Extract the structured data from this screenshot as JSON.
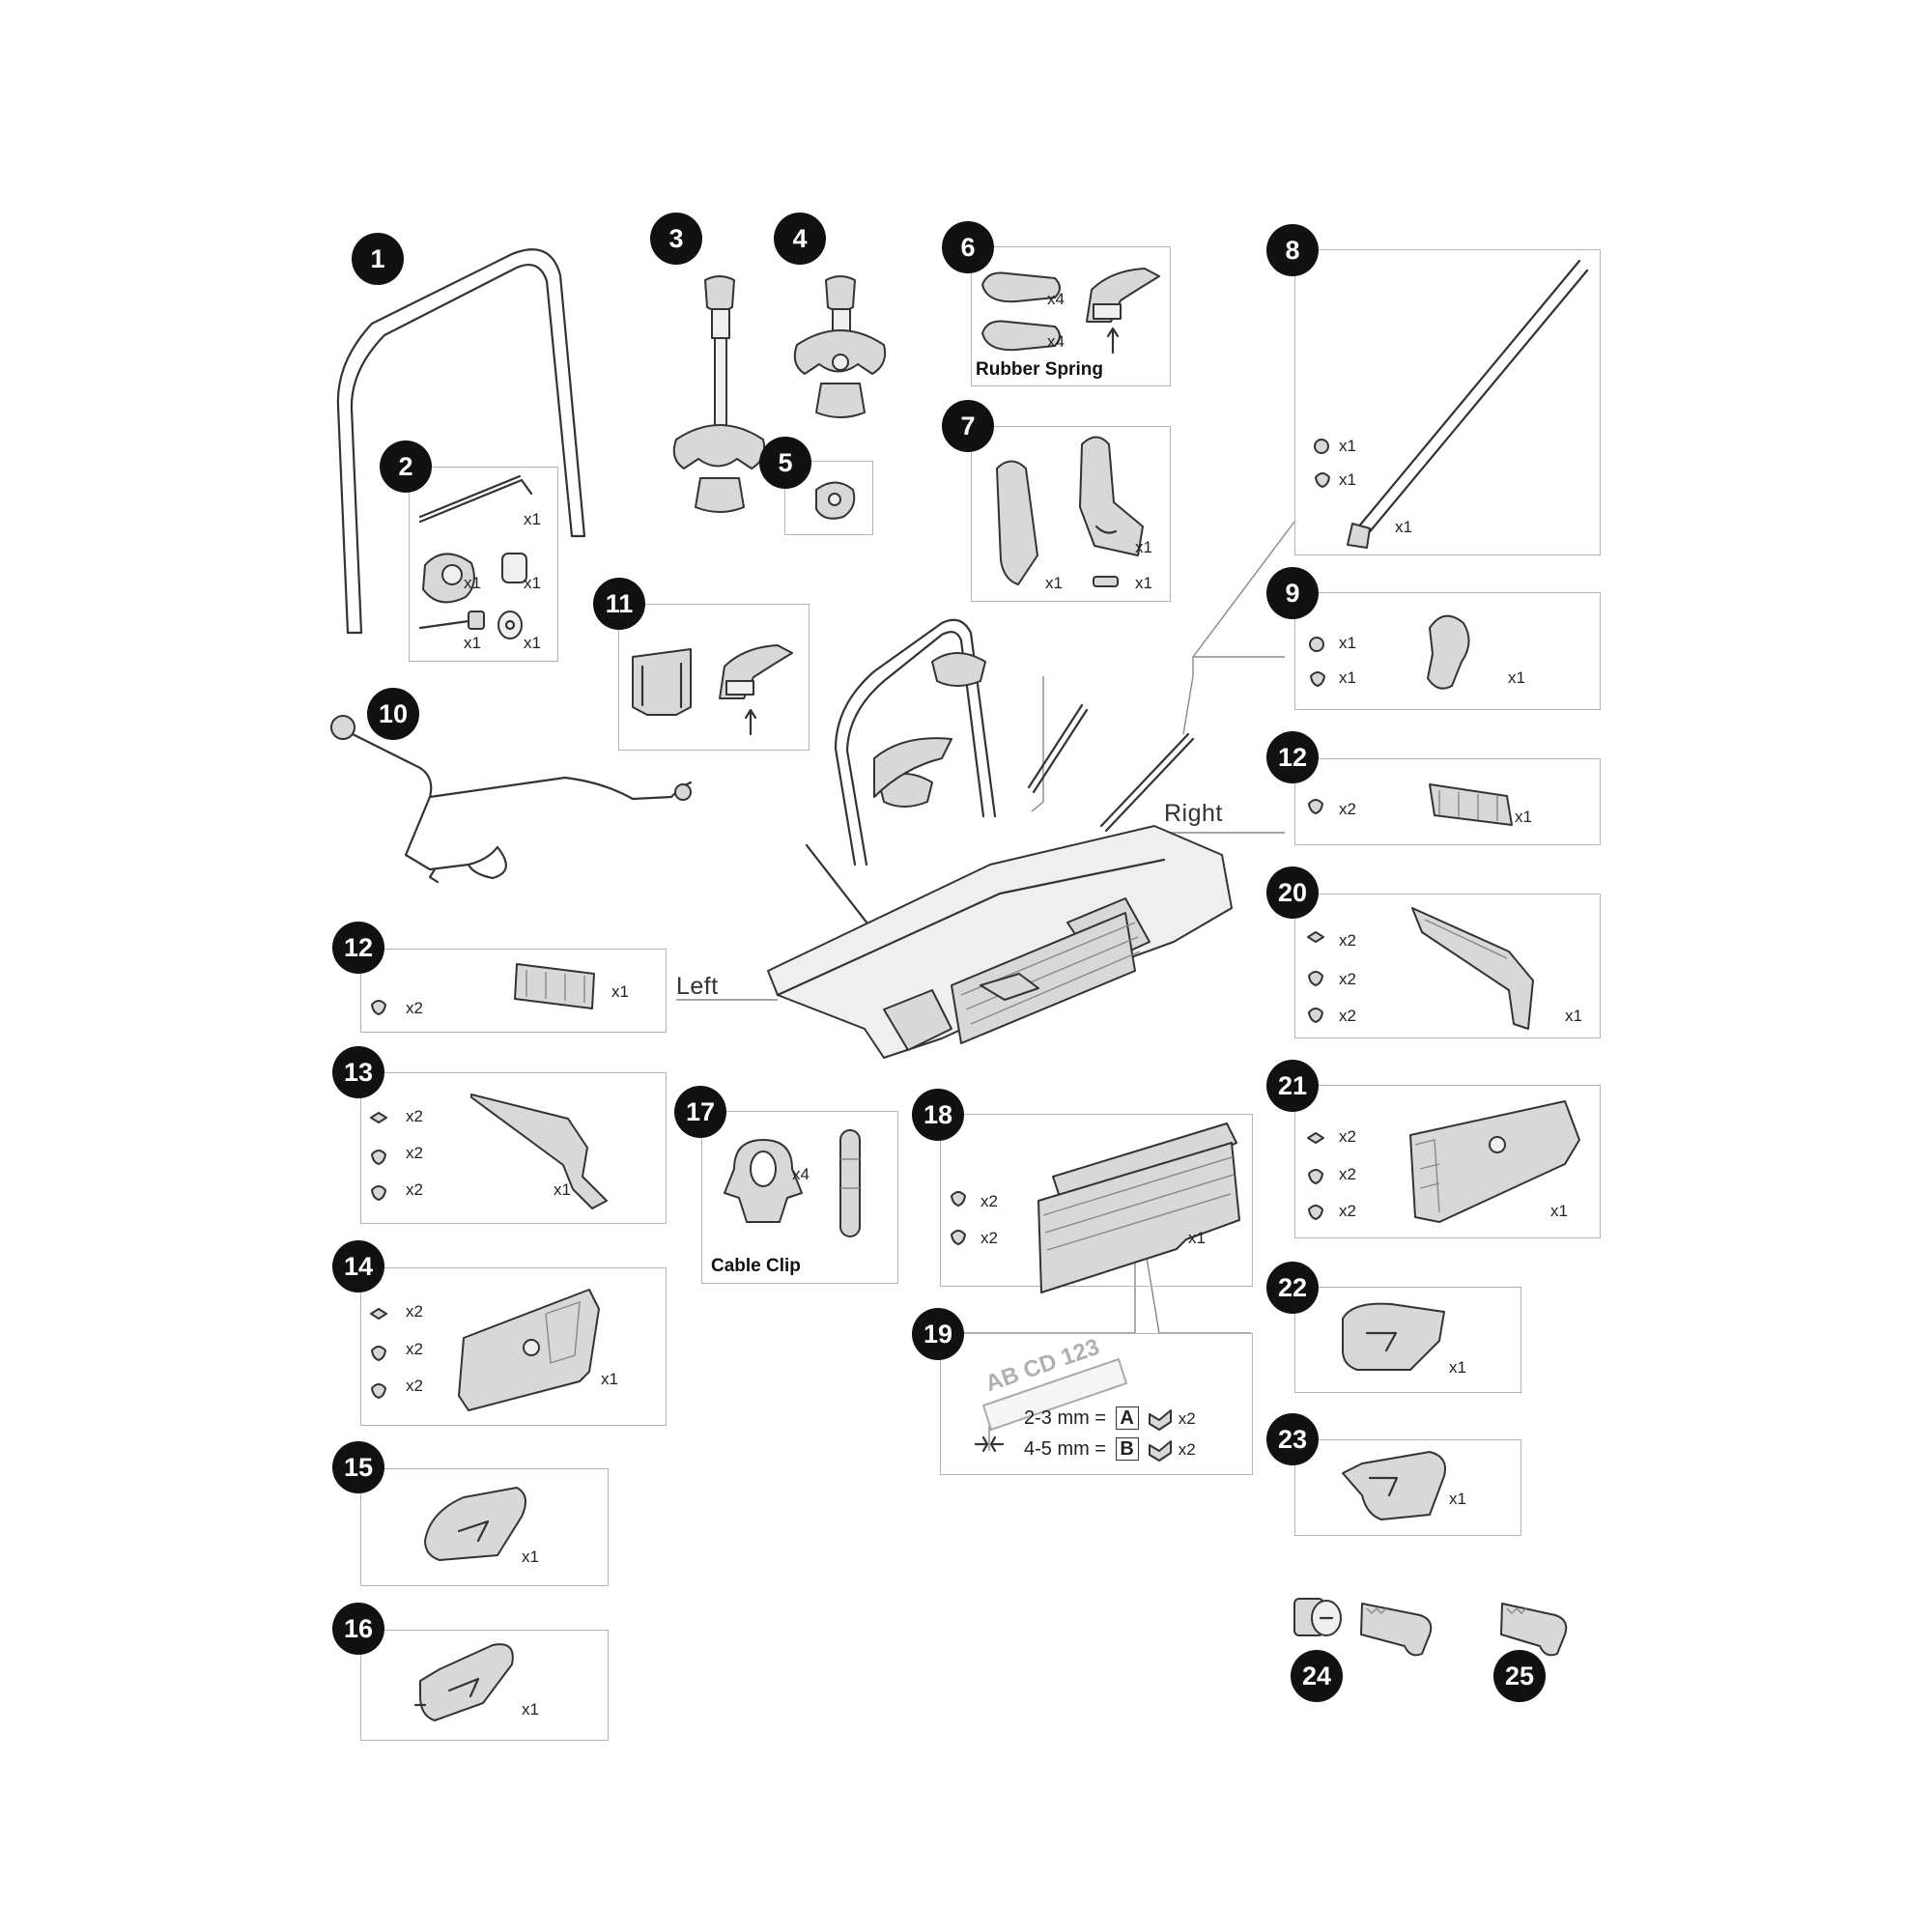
{
  "parts": {
    "p1": {
      "number": "1"
    },
    "p2": {
      "number": "2",
      "qty": [
        "x1",
        "x1",
        "x1",
        "x1",
        "x1"
      ]
    },
    "p3": {
      "number": "3"
    },
    "p4": {
      "number": "4"
    },
    "p5": {
      "number": "5"
    },
    "p6": {
      "number": "6",
      "qty": [
        "x4",
        "x4"
      ],
      "caption": "Rubber Spring"
    },
    "p7": {
      "number": "7",
      "qty": [
        "x1",
        "x1",
        "x1"
      ]
    },
    "p8": {
      "number": "8",
      "qty": [
        "x1",
        "x1",
        "x1"
      ]
    },
    "p9": {
      "number": "9",
      "qty": [
        "x1",
        "x1",
        "x1"
      ]
    },
    "p10": {
      "number": "10"
    },
    "p11": {
      "number": "11"
    },
    "p12a": {
      "number": "12",
      "qty": [
        "x2",
        "x1"
      ]
    },
    "p12b": {
      "number": "12",
      "qty": [
        "x2",
        "x1"
      ]
    },
    "p13": {
      "number": "13",
      "qty": [
        "x2",
        "x2",
        "x2",
        "x1"
      ]
    },
    "p14": {
      "number": "14",
      "qty": [
        "x2",
        "x2",
        "x2",
        "x1"
      ]
    },
    "p15": {
      "number": "15",
      "qty": [
        "x1"
      ]
    },
    "p16": {
      "number": "16",
      "qty": [
        "x1"
      ]
    },
    "p17": {
      "number": "17",
      "qty": [
        "x4"
      ],
      "caption": "Cable Clip"
    },
    "p18": {
      "number": "18",
      "qty": [
        "x2",
        "x2",
        "x1"
      ]
    },
    "p19": {
      "number": "19",
      "plate_text": "AB CD 123",
      "rows": [
        {
          "size": "2-3 mm =",
          "letter": "A",
          "qty": "x2"
        },
        {
          "size": "4-5 mm =",
          "letter": "B",
          "qty": "x2"
        }
      ]
    },
    "p20": {
      "number": "20",
      "qty": [
        "x2",
        "x2",
        "x2",
        "x1"
      ]
    },
    "p21": {
      "number": "21",
      "qty": [
        "x2",
        "x2",
        "x2",
        "x1"
      ]
    },
    "p22": {
      "number": "22",
      "qty": [
        "x1"
      ]
    },
    "p23": {
      "number": "23",
      "qty": [
        "x1"
      ]
    },
    "p24": {
      "number": "24"
    },
    "p25": {
      "number": "25"
    }
  },
  "labels": {
    "left": "Left",
    "right": "Right"
  }
}
